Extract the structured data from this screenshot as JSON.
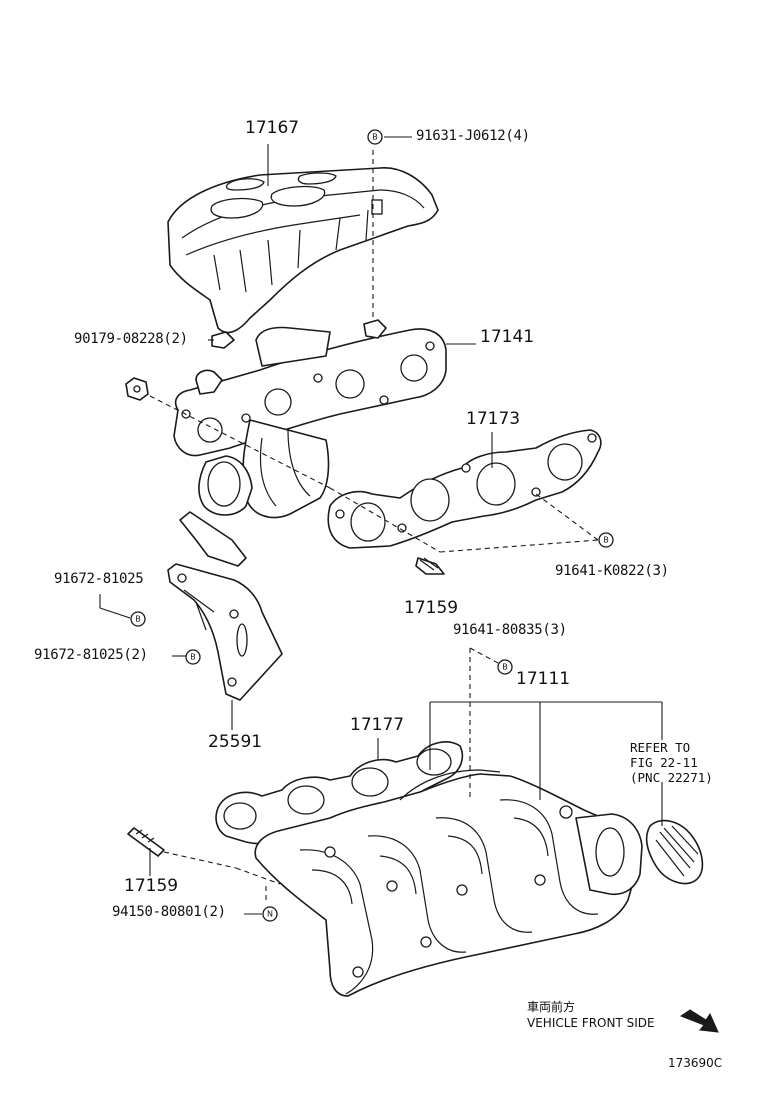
{
  "callouts": {
    "heat_insulator": "17167",
    "bolt_b_top": "91631-J0612(4)",
    "nut_left": "90179-08228(2)",
    "exhaust_manifold": "17141",
    "exhaust_gasket": "17173",
    "bolt_b_right": "91641-K0822(3)",
    "bolt_b_left_1": "91672-81025",
    "stud_upper": "17159",
    "bolt_b_left_2": "91672-81025(2)",
    "bolt_b_mid": "91641-80835(3)",
    "bracket": "25591",
    "intake_manifold": "17111",
    "intake_gasket": "17177",
    "stud_lower": "17159",
    "nut_n": "94150-80801(2)"
  },
  "reference_note": {
    "line1": "REFER TO",
    "line2": "FIG 22-11",
    "line3": "(PNC 22271)"
  },
  "orientation": {
    "japanese": "車両前方",
    "english": "VEHICLE FRONT SIDE"
  },
  "figure_id": "173690C",
  "badges": {
    "bolt": "B",
    "nut": "N"
  }
}
